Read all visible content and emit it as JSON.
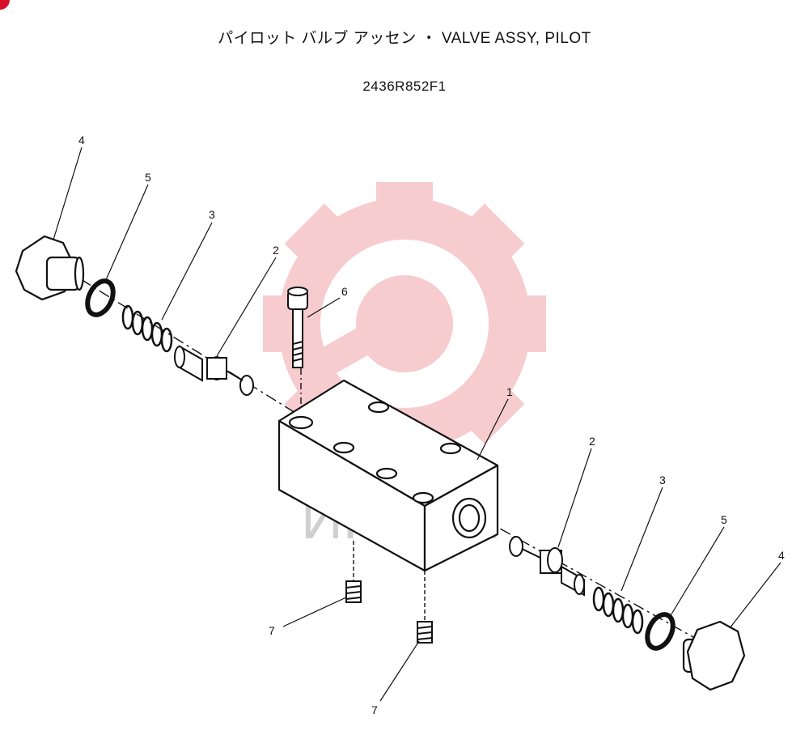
{
  "title": "パイロット バルブ アッセン ・ VALVE ASSY, PILOT",
  "part_number": "2436R852F1",
  "watermark": {
    "text": "ИНТЕХ",
    "gear_color": "#f2a3a8",
    "text_color": "#cfcfcf"
  },
  "brand_mark_color": "#d8102a",
  "callouts": {
    "body": "1",
    "spool_left": "2",
    "spool_right": "2",
    "spring_left": "3",
    "spring_right": "3",
    "plug_left": "4",
    "plug_right": "4",
    "oring_left": "5",
    "oring_right": "5",
    "bolt": "6",
    "setscrew_left": "7",
    "setscrew_right": "7"
  }
}
